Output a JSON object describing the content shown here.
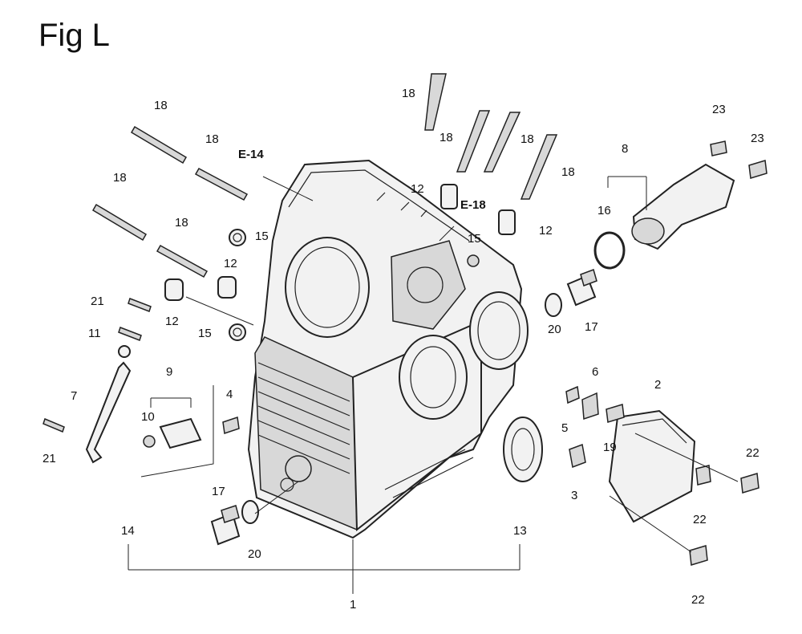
{
  "figure": {
    "title": "Fig L"
  },
  "references": [
    {
      "text": "E-14"
    },
    {
      "text": "E-18"
    }
  ],
  "callouts": [
    {
      "id": "c18a",
      "text": "18"
    },
    {
      "id": "c18b",
      "text": "18"
    },
    {
      "id": "c18c",
      "text": "18"
    },
    {
      "id": "c18d",
      "text": "18"
    },
    {
      "id": "c18e",
      "text": "18"
    },
    {
      "id": "c18f",
      "text": "18"
    },
    {
      "id": "c18g",
      "text": "18"
    },
    {
      "id": "c18h",
      "text": "18"
    },
    {
      "id": "c12a",
      "text": "12"
    },
    {
      "id": "c12b",
      "text": "12"
    },
    {
      "id": "c12c",
      "text": "12"
    },
    {
      "id": "c12d",
      "text": "12"
    },
    {
      "id": "c15a",
      "text": "15"
    },
    {
      "id": "c15b",
      "text": "15"
    },
    {
      "id": "c15c",
      "text": "15"
    },
    {
      "id": "c21a",
      "text": "21"
    },
    {
      "id": "c21b",
      "text": "21"
    },
    {
      "id": "c11",
      "text": "11"
    },
    {
      "id": "c7",
      "text": "7"
    },
    {
      "id": "c9",
      "text": "9"
    },
    {
      "id": "c10",
      "text": "10"
    },
    {
      "id": "c4",
      "text": "4"
    },
    {
      "id": "c14",
      "text": "14"
    },
    {
      "id": "c17a",
      "text": "17"
    },
    {
      "id": "c17b",
      "text": "17"
    },
    {
      "id": "c20a",
      "text": "20"
    },
    {
      "id": "c20b",
      "text": "20"
    },
    {
      "id": "c1",
      "text": "1"
    },
    {
      "id": "c13",
      "text": "13"
    },
    {
      "id": "c16",
      "text": "16"
    },
    {
      "id": "c8",
      "text": "8"
    },
    {
      "id": "c23a",
      "text": "23"
    },
    {
      "id": "c23b",
      "text": "23"
    },
    {
      "id": "c6",
      "text": "6"
    },
    {
      "id": "c5",
      "text": "5"
    },
    {
      "id": "c19",
      "text": "19"
    },
    {
      "id": "c3",
      "text": "3"
    },
    {
      "id": "c2",
      "text": "2"
    },
    {
      "id": "c22a",
      "text": "22"
    },
    {
      "id": "c22b",
      "text": "22"
    },
    {
      "id": "c22c",
      "text": "22"
    }
  ]
}
